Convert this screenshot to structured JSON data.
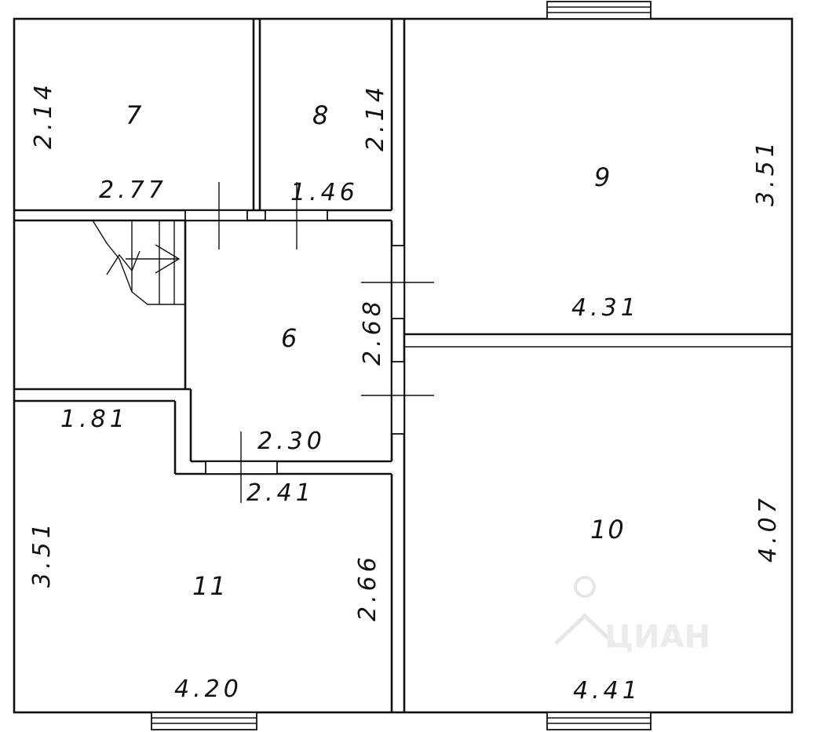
{
  "rooms": [
    {
      "id": "6",
      "label": "6"
    },
    {
      "id": "7",
      "label": "7"
    },
    {
      "id": "8",
      "label": "8"
    },
    {
      "id": "9",
      "label": "9"
    },
    {
      "id": "10",
      "label": "10"
    },
    {
      "id": "11",
      "label": "11"
    }
  ],
  "dimensions": {
    "r7_height": "2.14",
    "r7_width": "2.77",
    "r8_height": "2.14",
    "r8_width": "1.46",
    "r9_height": "3.51",
    "r9_width": "4.31",
    "r6_height": "2.68",
    "r6_width": "2.30",
    "corr_width": "1.81",
    "r11_top_width": "2.41",
    "r11_height_left": "3.51",
    "r11_height_right": "2.66",
    "r11_width": "4.20",
    "r10_height": "4.07",
    "r10_width": "4.41"
  },
  "watermark": {
    "text": "ЦИАН",
    "icon": "map-pin-icon",
    "color": "#e6e6e6"
  }
}
